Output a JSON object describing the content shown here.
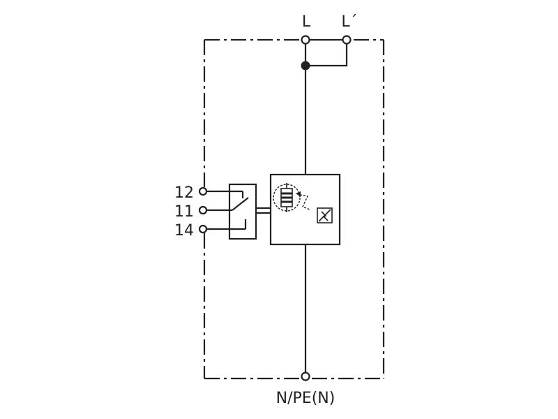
{
  "terminals": {
    "line_in": "L",
    "line_out": "L´",
    "neutral": "N/PE(N)",
    "contact_12": "12",
    "contact_11": "11",
    "contact_14": "14"
  },
  "colors": {
    "ink": "#231f20",
    "background": "#ffffff"
  }
}
